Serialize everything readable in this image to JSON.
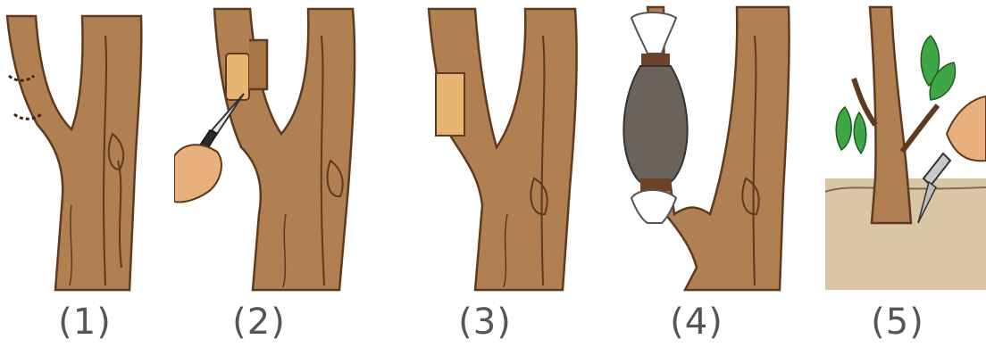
{
  "steps": [
    {
      "label": "(1)",
      "icon": "branch-with-ring-marks"
    },
    {
      "label": "(2)",
      "icon": "knife-peeling-bark"
    },
    {
      "label": "(3)",
      "icon": "branch-with-bark-ring-removed"
    },
    {
      "label": "(4)",
      "icon": "soil-wrap-bag-on-branch"
    },
    {
      "label": "(5)",
      "icon": "planting-rooted-branch"
    }
  ],
  "colors": {
    "bark": "#B07F52",
    "bark_dark": "#5E3A1E",
    "inner_wood": "#E7B471",
    "soil": "#D8C6A6",
    "leaf": "#3FA646",
    "bag": "#6B625A",
    "skin": "#E8B07D"
  }
}
